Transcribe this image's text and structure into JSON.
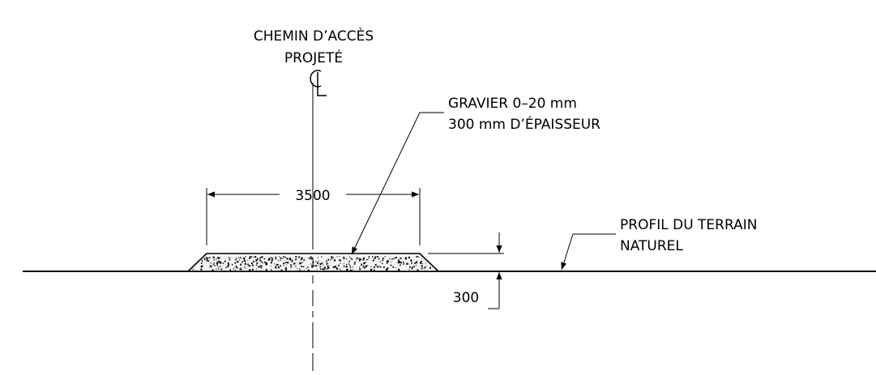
{
  "labels": {
    "road_title_line1": "CHEMIN D’ACCÈS",
    "road_title_line2": "PROJETÉ",
    "gravel_line1": "GRAVIER 0–20 mm",
    "gravel_line2": "300 mm D’ÉPAISSEUR",
    "ground_line1": "PROFIL DU TERRAIN",
    "ground_line2": "NATUREL",
    "width_dimension": "3500",
    "thickness_dimension": "300"
  },
  "colors": {
    "line": "#000000",
    "background": "#ffffff",
    "gravel_fill": "#f4f4f4"
  },
  "symbols": {
    "centerline": "centerline-symbol"
  }
}
